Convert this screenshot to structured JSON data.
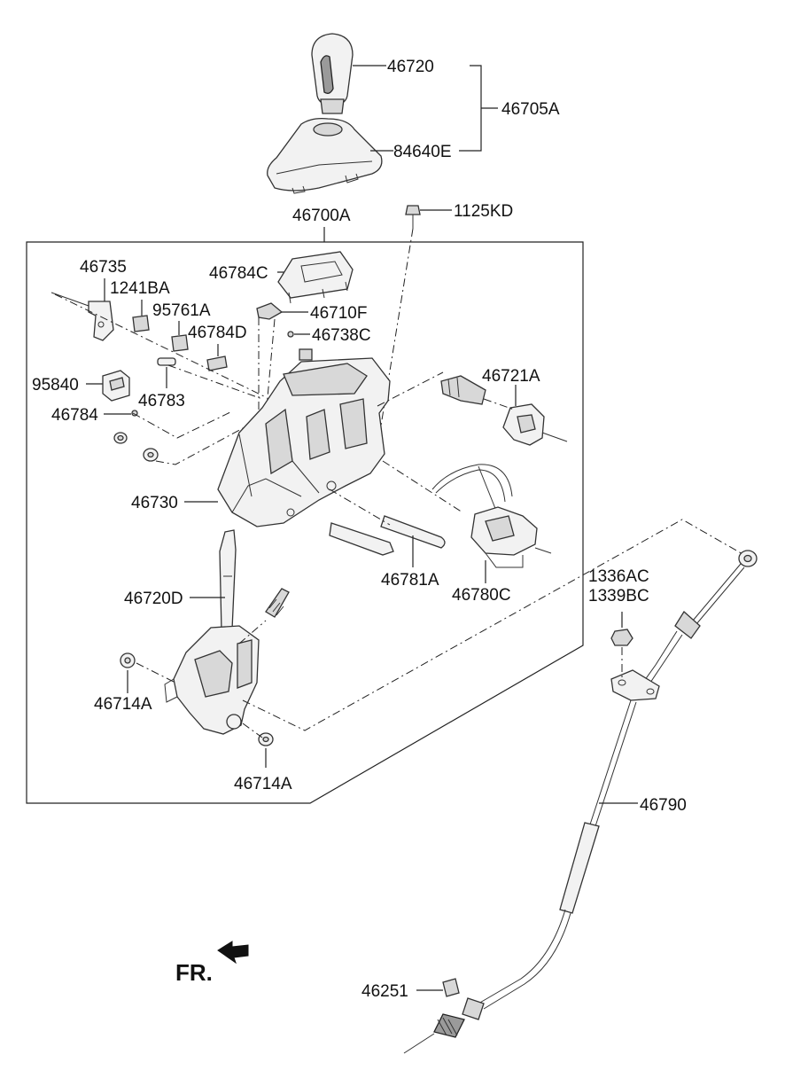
{
  "labels": {
    "p46720": "46720",
    "p46705A": "46705A",
    "p84640E": "84640E",
    "p46700A": "46700A",
    "p1125KD": "1125KD",
    "p46735": "46735",
    "p1241BA": "1241BA",
    "p95761A": "95761A",
    "p46784C": "46784C",
    "p46710F": "46710F",
    "p46784D": "46784D",
    "p46738C": "46738C",
    "p95840": "95840",
    "p46783": "46783",
    "p46784": "46784",
    "p46721A": "46721A",
    "p46730": "46730",
    "p46781A": "46781A",
    "p46780C": "46780C",
    "p46720D": "46720D",
    "p1336AC": "1336AC",
    "p1339BC": "1339BC",
    "p46714A_left": "46714A",
    "p46714A_bottom": "46714A",
    "p46790": "46790",
    "p46251": "46251",
    "fr": "FR."
  },
  "colors": {
    "line": "#222222",
    "part_fill": "#f2f2f2",
    "part_shade": "#d8d8d8",
    "part_dark": "#9a9a9a"
  },
  "icons": {
    "front_direction": "fr-arrow-icon"
  }
}
